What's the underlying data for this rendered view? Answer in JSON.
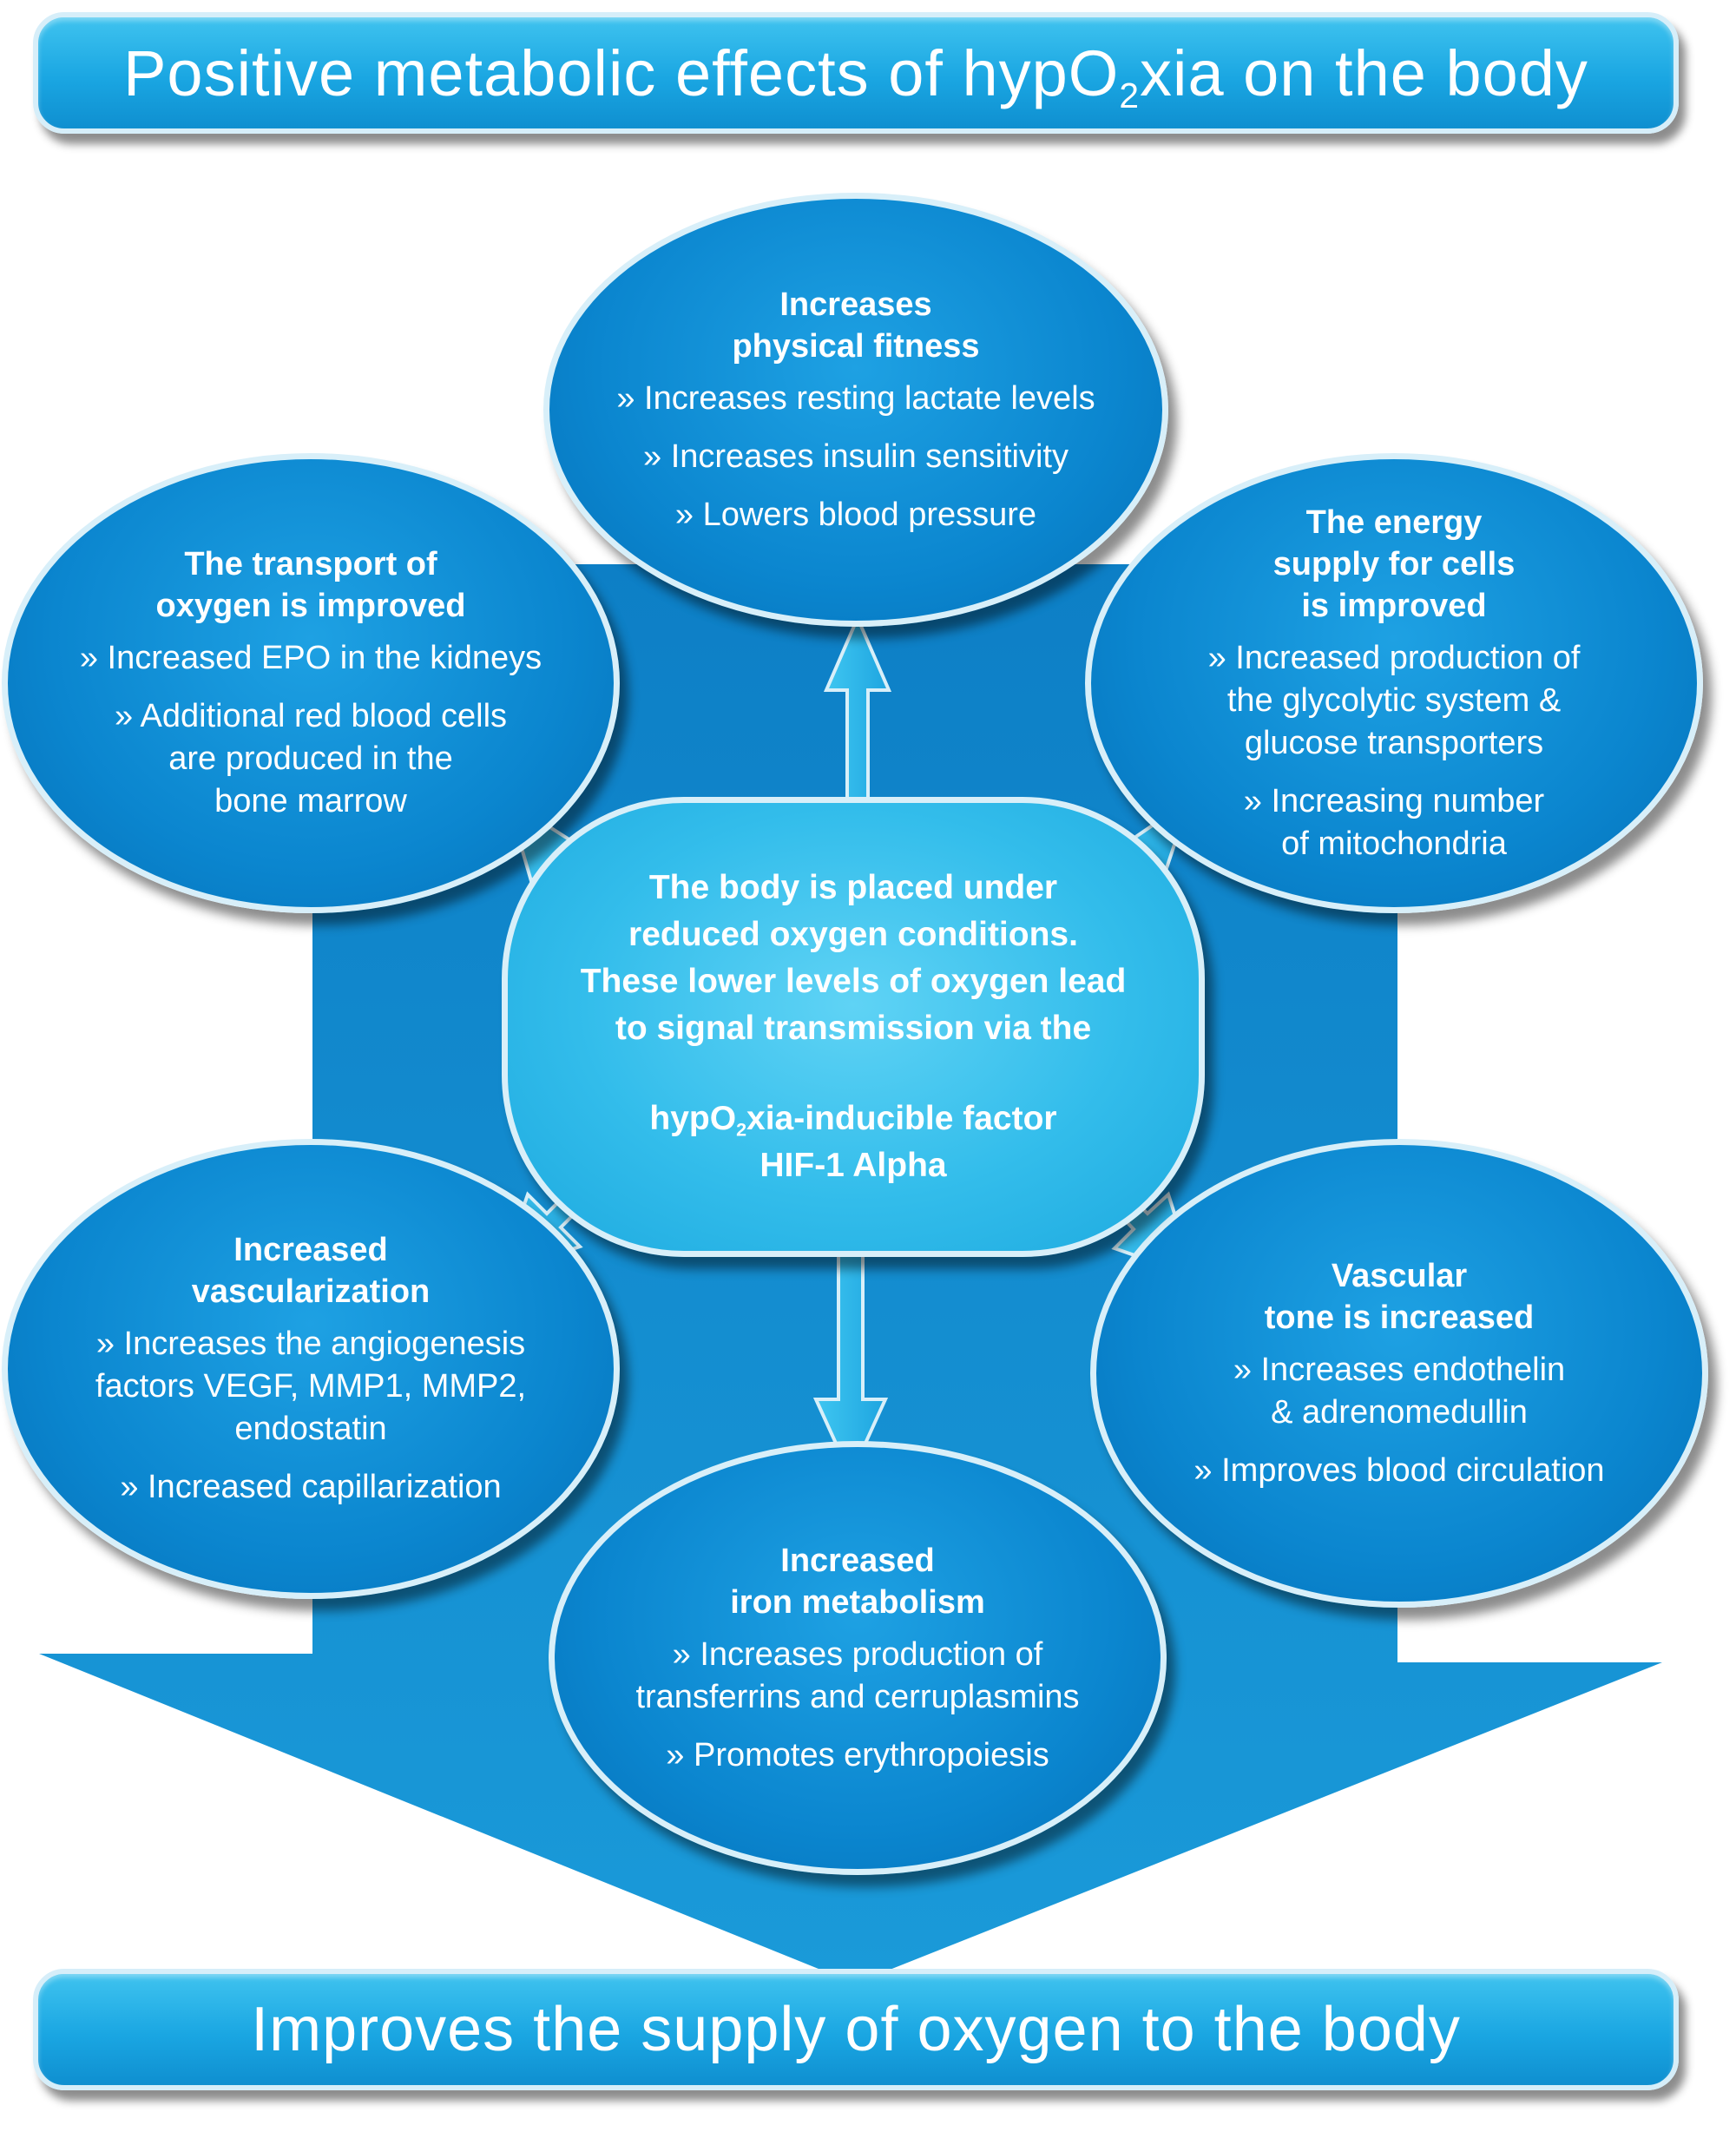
{
  "title": {
    "before": "Positive metabolic effects of hyp",
    "o": "O",
    "sub": "2",
    "after": "xia on the body"
  },
  "footer": "Improves the supply of oxygen to the body",
  "center": {
    "text": "The body is placed under\nreduced oxygen conditions.\nThese lower levels of oxygen lead\nto signal transmission via the",
    "factor_before": "hyp",
    "factor_o": "O",
    "factor_sub": "2",
    "factor_after": "xia-inducible factor",
    "factor_line2": "HIF-1 Alpha"
  },
  "nodes": {
    "fitness": {
      "title": "Increases\nphysical fitness",
      "items": [
        "» Increases resting lactate levels",
        "» Increases insulin sensitivity",
        "» Lowers blood pressure"
      ]
    },
    "transport": {
      "title": "The transport of\noxygen is improved",
      "items": [
        "» Increased EPO in the kidneys",
        "» Additional red blood cells\nare produced in the\nbone marrow"
      ]
    },
    "energy": {
      "title": "The energy\nsupply for cells\nis improved",
      "items": [
        "» Increased production of\nthe glycolytic system &\nglucose transporters",
        "» Increasing number\nof mitochondria"
      ]
    },
    "vascularization": {
      "title": "Increased\nvascularization",
      "items": [
        "» Increases the angiogenesis\nfactors VEGF, MMP1, MMP2,\nendostatin",
        "» Increased capillarization"
      ]
    },
    "vascular_tone": {
      "title": "Vascular\ntone is increased",
      "items": [
        "» Increases endothelin\n& adrenomedullin",
        "» Improves blood circulation"
      ]
    },
    "iron": {
      "title": "Increased\niron metabolism",
      "items": [
        "» Increases production of\ntransferrins and cerruplasmins",
        "» Promotes erythropoiesis"
      ]
    }
  },
  "colors": {
    "primary": "#0b86cf",
    "light": "#3fc3ef",
    "border": "#d8eff9"
  }
}
